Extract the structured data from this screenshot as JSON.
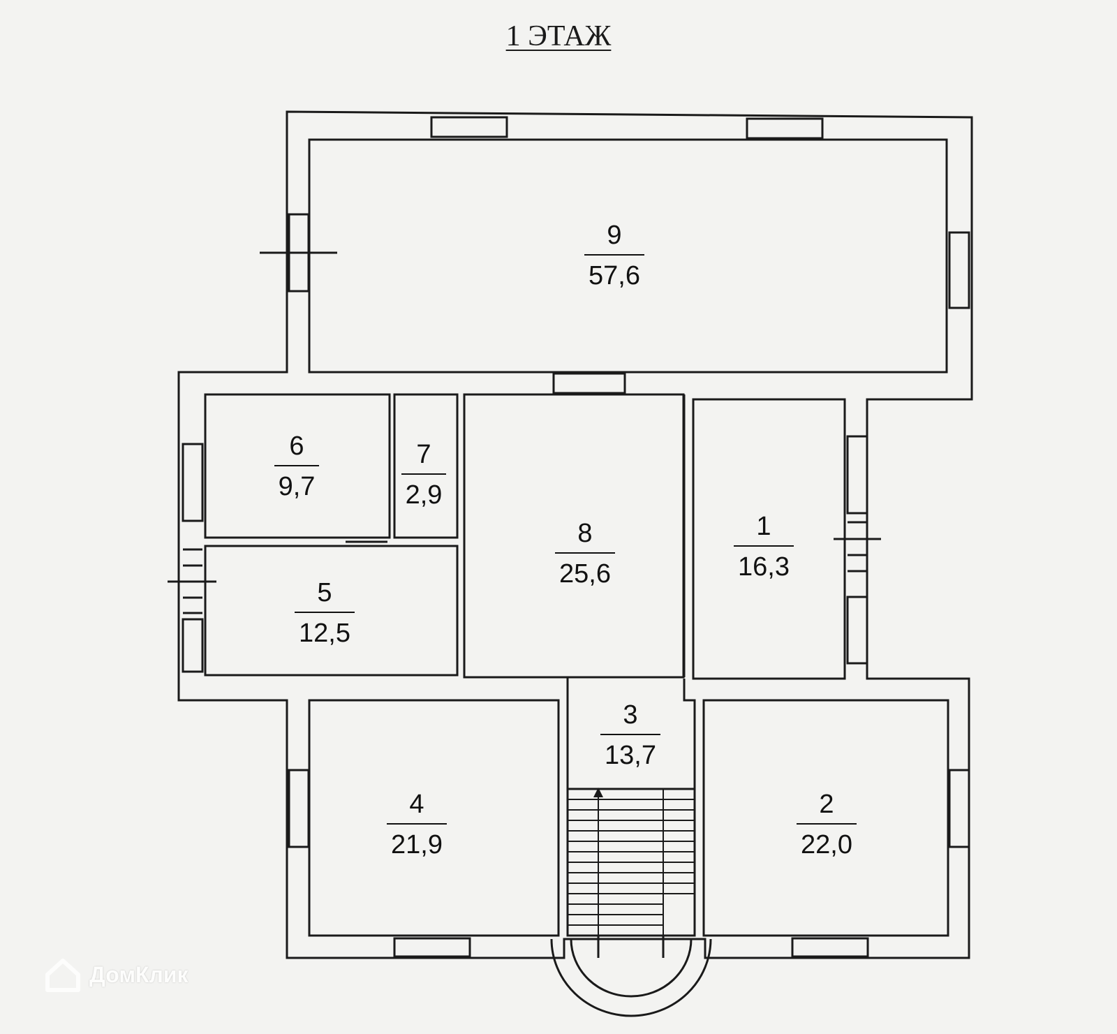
{
  "title": "1 ЭТАЖ",
  "rooms": [
    {
      "number": "9",
      "area": "57,6"
    },
    {
      "number": "6",
      "area": "9,7"
    },
    {
      "number": "7",
      "area": "2,9"
    },
    {
      "number": "8",
      "area": "25,6"
    },
    {
      "number": "1",
      "area": "16,3"
    },
    {
      "number": "5",
      "area": "12,5"
    },
    {
      "number": "3",
      "area": "13,7"
    },
    {
      "number": "4",
      "area": "21,9"
    },
    {
      "number": "2",
      "area": "22,0"
    }
  ],
  "watermark": {
    "text": "ДомКлик",
    "icon": "house-logo-icon"
  },
  "colors": {
    "background": "#f3f3f1",
    "line": "#1a1a1a"
  }
}
